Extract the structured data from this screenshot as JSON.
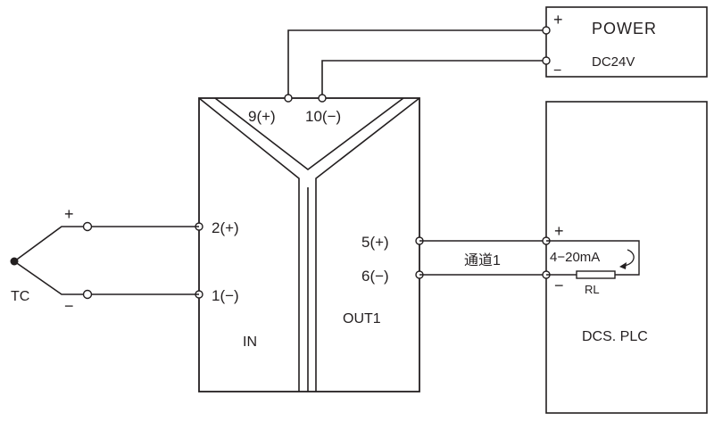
{
  "power": {
    "title": "POWER",
    "voltage": "DC24V",
    "plus": "+",
    "minus": "−"
  },
  "module": {
    "terminal_9": "9(+)",
    "terminal_10": "10(−)",
    "terminal_2": "2(+)",
    "terminal_1": "1(−)",
    "terminal_5": "5(+)",
    "terminal_6": "6(−)",
    "input_label": "IN",
    "output_label": "OUT1"
  },
  "thermocouple": {
    "label": "TC",
    "plus": "+",
    "minus": "−"
  },
  "channel": {
    "label": "通道1"
  },
  "dcs": {
    "label": "DCS. PLC",
    "plus": "+",
    "minus": "−",
    "signal": "4−20mA",
    "resistor": "RL"
  }
}
